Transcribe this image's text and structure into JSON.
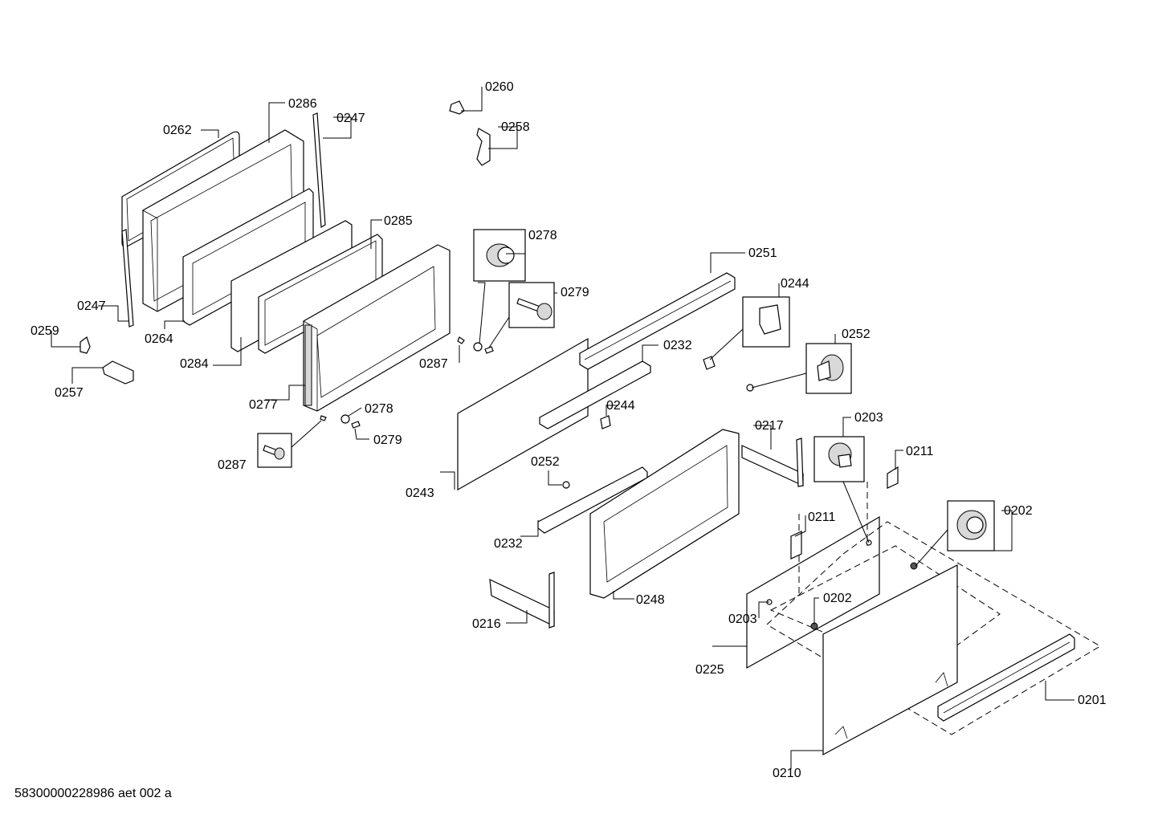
{
  "labels": {
    "l0260": "0260",
    "l0258": "0258",
    "l0286": "0286",
    "l0247a": "0247",
    "l0262": "0262",
    "l0285": "0285",
    "l0278a": "0278",
    "l0279a": "0279",
    "l0251": "0251",
    "l0244a": "0244",
    "l0252a": "0252",
    "l0232a": "0232",
    "l0247b": "0247",
    "l0259": "0259",
    "l0264": "0264",
    "l0284": "0284",
    "l0287a": "0287",
    "l0257": "0257",
    "l0277": "0277",
    "l0278b": "0278",
    "l0279b": "0279",
    "l0244b": "0244",
    "l0287b": "0287",
    "l0243": "0243",
    "l0252b": "0252",
    "l0217": "0217",
    "l0203a": "0203",
    "l0211a": "0211",
    "l0232b": "0232",
    "l0211b": "0211",
    "l0202a": "0202",
    "l0248": "0248",
    "l0216": "0216",
    "l0202b": "0202",
    "l0203b": "0203",
    "l0225": "0225",
    "l0201": "0201",
    "l0210": "0210"
  },
  "footer": "58300000228986 aet 002 a"
}
